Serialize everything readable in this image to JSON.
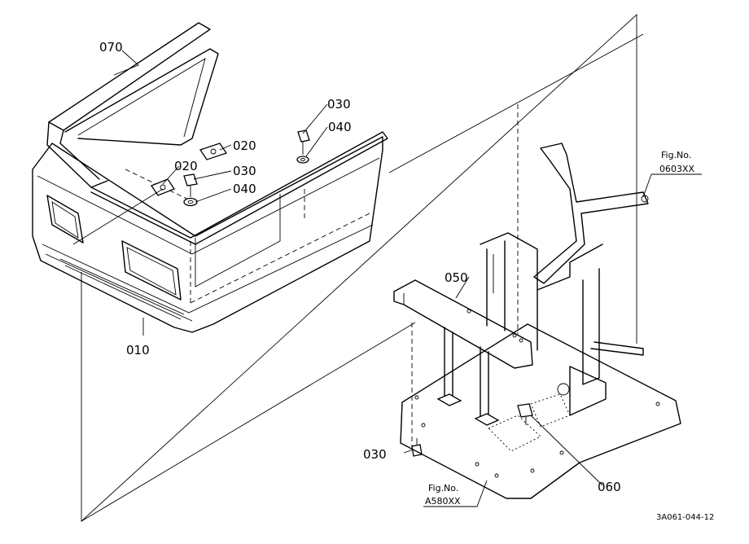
{
  "callouts": {
    "c070": "070",
    "c030a": "030",
    "c040a": "040",
    "c020a": "020",
    "c030b": "030",
    "c020b": "020",
    "c040b": "040",
    "c050": "050",
    "c010": "010",
    "c030c": "030",
    "c060": "060"
  },
  "figure_refs": {
    "ref1_label": "Fig.No.",
    "ref1_value": "0603XX",
    "ref2_label": "Fig.No.",
    "ref2_value": "A580XX"
  },
  "drawing_code": "3A061-044-12"
}
